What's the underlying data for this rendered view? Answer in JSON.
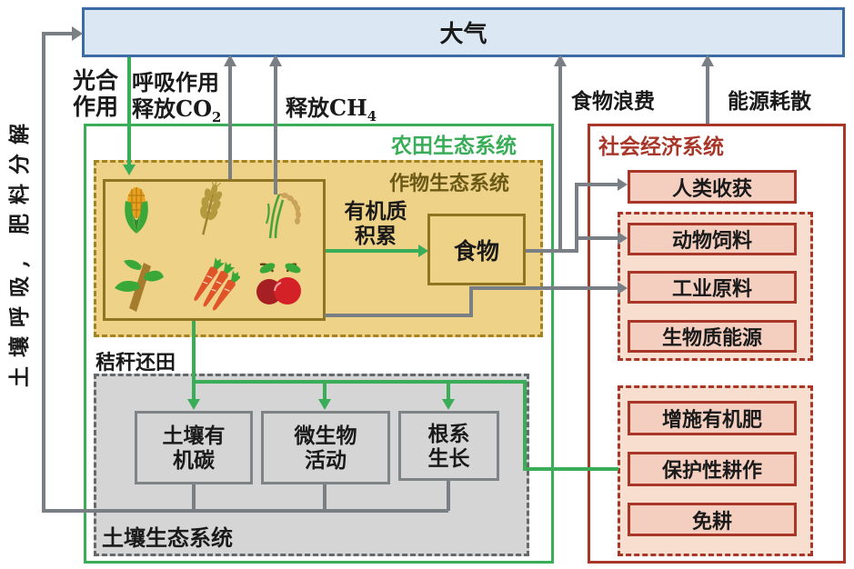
{
  "atmosphere": {
    "label": "大气"
  },
  "left_flow": {
    "label": "土壤呼吸, 肥料分解"
  },
  "flows": {
    "photosynthesis_l1": "光合",
    "photosynthesis_l2": "作用",
    "respiration_l1": "呼吸作用",
    "respiration_l2_pre": "释放CO",
    "respiration_l2_sub": "2",
    "methane_pre": "释放CH",
    "methane_sub": "4",
    "food_waste": "食物浪费",
    "energy_dissipation": "能源耗散",
    "organic_l1": "有机质",
    "organic_l2": "积累",
    "straw_return": "秸秆还田"
  },
  "farmland": {
    "title": "农田生态系统"
  },
  "crop_system": {
    "title": "作物生态系统",
    "food_label": "食物",
    "icons": [
      "corn-icon",
      "wheat-icon",
      "rice-icon",
      "sapling-icon",
      "carrot-icon",
      "apple-icon"
    ]
  },
  "soil_system": {
    "title": "土壤生态系统",
    "boxes": [
      {
        "line1": "土壤有",
        "line2": "机碳"
      },
      {
        "line1": "微生物",
        "line2": "活动"
      },
      {
        "line1": "根系",
        "line2": "生长"
      }
    ]
  },
  "socioeconomic": {
    "title": "社会经济系统",
    "harvest": "人类收获",
    "outputs": [
      "动物饲料",
      "工业原料",
      "生物质能源"
    ],
    "practices": [
      "增施有机肥",
      "保护性耕作",
      "免耕"
    ]
  },
  "colors": {
    "atmosphere_fill": "#dbe7f3",
    "atmosphere_border": "#3c6ba5",
    "green": "#3aad58",
    "gray_arrow": "#797f84",
    "yellow_fill": "#eed287",
    "yellow_border": "#a5831e",
    "soil_fill": "#d5d5d5",
    "red": "#a8372a",
    "pink_fill": "#f4cfbf"
  }
}
